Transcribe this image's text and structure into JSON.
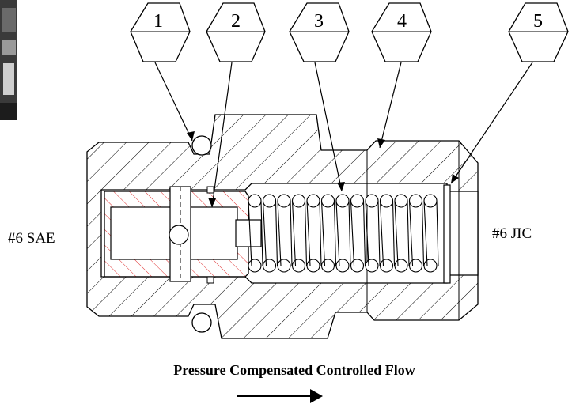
{
  "callouts": [
    {
      "number": "1"
    },
    {
      "number": "2"
    },
    {
      "number": "3"
    },
    {
      "number": "4"
    },
    {
      "number": "5"
    }
  ],
  "port_labels": {
    "left": "#6 SAE",
    "right": "#6 JIC"
  },
  "caption": "Pressure Compensated Controlled Flow",
  "colors": {
    "line": "#000000",
    "hatch": "#000000",
    "piston_hatch": "#e03030",
    "background": "#ffffff"
  }
}
